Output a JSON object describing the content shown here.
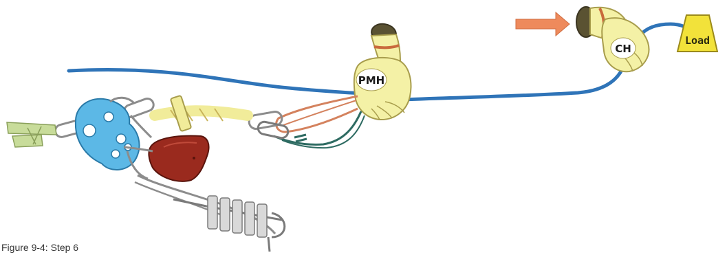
{
  "diagram": {
    "labels": {
      "pmh": "PMH",
      "ch": "CH",
      "load": "Load"
    },
    "caption": "Figure 9-4: Step 6"
  },
  "colors": {
    "rope": "#2f74b8",
    "glove": "#f4f1a6",
    "glove_outline": "#a89d4c",
    "cuff": "#5a5232",
    "cuff_band": "#c96a3c",
    "arrow": "#ee8a5c",
    "load_fill": "#f2e23a",
    "rescue_eight": "#5cb8e6",
    "brake_bar": "#9a2a1e",
    "prusik_orange": "#d4825e",
    "prusik_green": "#2e6b62",
    "metal": "#8c8c8c",
    "webbing": "#c8dc9a"
  },
  "icons": [
    "pulling-hand-icon",
    "directional-arrow-icon",
    "load-weight-icon",
    "figure-eight-descender-icon",
    "brake-rack-icon",
    "carabiner-icon"
  ]
}
